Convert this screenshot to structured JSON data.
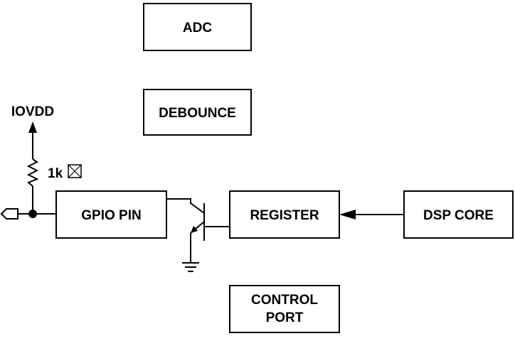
{
  "blocks": {
    "adc": "ADC",
    "debounce": "DEBOUNCE",
    "gpio_pin": "GPIO PIN",
    "register": "REGISTER",
    "dsp_core": "DSP CORE",
    "control_port_line1": "CONTROL",
    "control_port_line2": "PORT"
  },
  "labels": {
    "supply": "IOVDD",
    "resistor_value": "1k",
    "resistor_unit_glyph": "⊠"
  }
}
